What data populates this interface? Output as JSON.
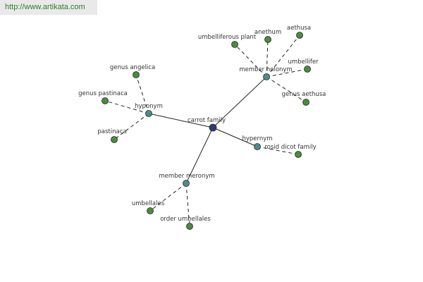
{
  "watermark": "http://www.artikata.com",
  "colors": {
    "root_node": "#2f3b72",
    "relation_node": "#4d8c8c",
    "leaf_node": "#4e8a3e",
    "node_stroke": "#1e2a1e"
  },
  "nodes": [
    {
      "id": "carrot_family",
      "label": "carrot family",
      "kind": "root"
    },
    {
      "id": "member_holonym",
      "label": "member holonym",
      "kind": "relation"
    },
    {
      "id": "hyponym",
      "label": "hyponym",
      "kind": "relation"
    },
    {
      "id": "hypernym",
      "label": "hypernym",
      "kind": "relation"
    },
    {
      "id": "member_meronym",
      "label": "member meronym",
      "kind": "relation"
    },
    {
      "id": "umbelliferous_plant",
      "label": "umbelliferous plant",
      "kind": "leaf"
    },
    {
      "id": "anethum",
      "label": "anethum",
      "kind": "leaf"
    },
    {
      "id": "aethusa",
      "label": "aethusa",
      "kind": "leaf"
    },
    {
      "id": "umbellifer",
      "label": "umbellifer",
      "kind": "leaf"
    },
    {
      "id": "genus_aethusa",
      "label": "genus aethusa",
      "kind": "leaf"
    },
    {
      "id": "genus_angelica",
      "label": "genus angelica",
      "kind": "leaf"
    },
    {
      "id": "genus_pastinaca",
      "label": "genus pastinaca",
      "kind": "leaf"
    },
    {
      "id": "pastinaca",
      "label": "pastinaca",
      "kind": "leaf"
    },
    {
      "id": "rosid_dicot_family",
      "label": "rosid dicot family",
      "kind": "leaf"
    },
    {
      "id": "umbellales",
      "label": "umbellales",
      "kind": "leaf"
    },
    {
      "id": "order_umbellales",
      "label": "order umbellales",
      "kind": "leaf"
    }
  ],
  "edges": [
    {
      "from": "carrot_family",
      "to": "member_holonym",
      "style": "solid"
    },
    {
      "from": "carrot_family",
      "to": "hyponym",
      "style": "solid"
    },
    {
      "from": "carrot_family",
      "to": "hypernym",
      "style": "solid"
    },
    {
      "from": "carrot_family",
      "to": "member_meronym",
      "style": "solid"
    },
    {
      "from": "member_holonym",
      "to": "umbelliferous_plant",
      "style": "dashed"
    },
    {
      "from": "member_holonym",
      "to": "anethum",
      "style": "dashed"
    },
    {
      "from": "member_holonym",
      "to": "aethusa",
      "style": "dashed"
    },
    {
      "from": "member_holonym",
      "to": "umbellifer",
      "style": "dashed"
    },
    {
      "from": "member_holonym",
      "to": "genus_aethusa",
      "style": "dashed"
    },
    {
      "from": "hyponym",
      "to": "genus_angelica",
      "style": "dashed"
    },
    {
      "from": "hyponym",
      "to": "genus_pastinaca",
      "style": "dashed"
    },
    {
      "from": "hyponym",
      "to": "pastinaca",
      "style": "dashed"
    },
    {
      "from": "hypernym",
      "to": "rosid_dicot_family",
      "style": "dashed"
    },
    {
      "from": "member_meronym",
      "to": "umbellales",
      "style": "dashed"
    },
    {
      "from": "member_meronym",
      "to": "order_umbellales",
      "style": "dashed"
    }
  ]
}
